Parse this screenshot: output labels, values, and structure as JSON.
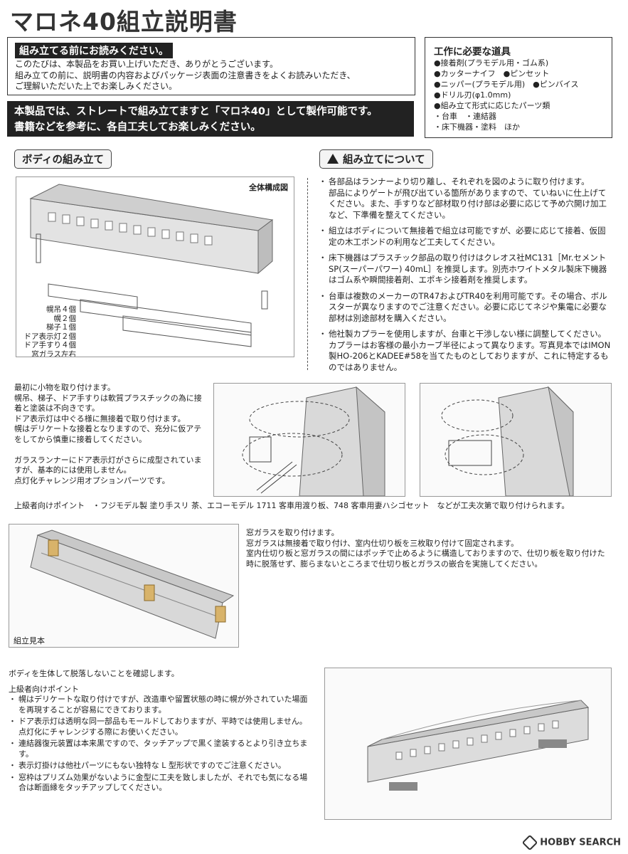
{
  "title": "マロネ40組立説明書",
  "intro": {
    "heading": "組み立てる前にお読みください。",
    "body": "このたびは、本製品をお買い上げいただき、ありがとうございます。\n組み立ての前に、説明書の内容およびパッケージ表面の注意書きをよくお読みいただき、\nご理解いただいた上でお楽しみください。"
  },
  "notice": "本製品では、ストレートで組み立てますと「マロネ40」として製作可能です。\n書籍などを参考に、各自工夫してお楽しみください。",
  "tools": {
    "heading": "工作に必要な道具",
    "items": "●接着剤(プラモデル用・ゴム系)\n●カッターナイフ　●ピンセット\n●ニッパー(プラモデル用)　●ピンバイス\n●ドリル刃(φ1.0mm)\n●組み立て形式に応じたパーツ類\n・台車　・連結器\n・床下機器・塗料　ほか"
  },
  "section_body": "ボディの組み立て",
  "section_assembly": "組み立てについて",
  "overview": {
    "title": "全体構成図",
    "parts": "幌吊４個\n幌２個\n梯子１個\nドア表示灯２個\nドア手すり４個\n窓ガラス左右"
  },
  "assembly_notes": [
    "各部品はランナーより切り離し、それぞれを図のように取り付けます。\n部品によりゲートが飛び出ている箇所がありますので、ていねいに仕上げてください。また、手すりなど部材取り付け部は必要に応じて予め穴開け加工など、下準備を整えてください。",
    "組立はボディについて無接着で組立は可能ですが、必要に応じて接着、仮固定の木工ボンドの利用など工夫してください。",
    "床下機器はプラスチック部品の取り付けはクレオス社MC131［Mr.セメントSP(スーパーパワー) 40mL］を推奨します。別売ホワイトメタル製床下機器はゴム系や瞬間接着剤、エポキシ接着剤を推奨します。",
    "台車は複数のメーカーのTR47およびTR40を利用可能です。その場合、ボルスターが異なりますのでご注意ください。必要に応じてネジや集電に必要な部材は別途部材を購入ください。",
    "他社製カプラーを使用しますが、台車と干渉しない様に調整してください。\nカプラーはお客様の最小カーブ半径によって異なります。写真見本ではIMON製HO-206とKADEE#58を当てたものとしておりますが、これに特定するものではありません。"
  ],
  "step1": "最初に小物を取り付けます。\n幌吊、梯子、ドア手すりは軟質プラスチックの為に接着と塗装は不向きです。\nドア表示灯は中ぐる様に無接着で取り付けます。\n幌はデリケートな接着となりますので、充分に仮アテをしてから慎重に接着してください。\n\nガラスランナーにドア表示灯がさらに成型されていますが、基本的には使用しません。\n点灯化チャレンジ用オプションパーツです。",
  "advanced_line": "上級者向けポイント　・フジモデル製 塗り手スリ 茶、エコーモデル 1711 客車用渡り板、748 客車用妻ハシゴセット　などが工夫次第で取り付けられます。",
  "step2": "窓ガラスを取り付けます。\n窓ガラスは無接着で取り付け、室内仕切り板を三枚取り付けて固定されます。\n室内仕切り板と窓ガラスの間にはポッチで止めるように構造しておりますので、仕切り板を取り付けた時に脱落せず、膨らまないところまで仕切り板とガラスの嵌合を実施してください。",
  "sample_label": "組立見本",
  "step3": {
    "intro": "ボディを生体して脱落しないことを確認します。",
    "heading": "上級者向けポイント",
    "items": [
      "幌はデリケートな取り付けですが、改造車や留置状態の時に幌が外されていた場面を再現することが容易にできております。",
      "ドア表示灯は透明な同一部品もモールドしておりますが、平時では使用しません。点灯化にチャレンジする際にお使いください。",
      "連結器復元装置は本来黒ですので、タッチアップで黒く塗装するとより引き立ちます。",
      "表示灯掛けは他社パーツにもない独特な L 型形状ですのでご注意ください。",
      "窓枠はプリズム効果がないように金型に工夫を致しましたが、それでも気になる場合は断面縁をタッチアップしてください。"
    ]
  },
  "watermark": "HOBBY SEARCH"
}
